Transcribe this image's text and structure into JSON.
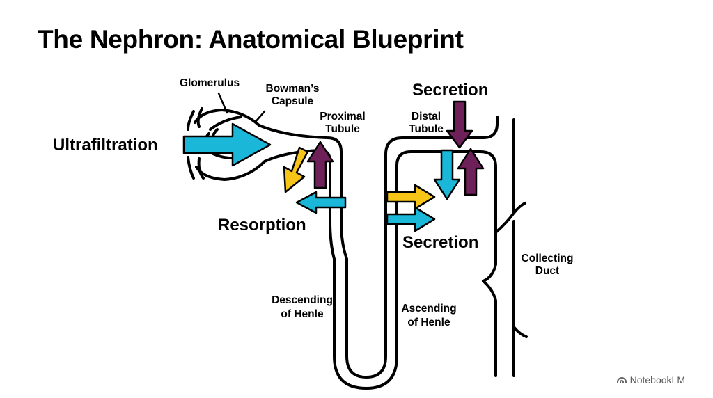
{
  "title": "The Nephron: Anatomical Blueprint",
  "labels": {
    "glomerulus": "Glomerulus",
    "bowmans_1": "Bowman’s",
    "bowmans_2": "Capsule",
    "proximal_1": "Proximal",
    "proximal_2": "Tubule",
    "distal_1": "Distal",
    "distal_2": "Tubule",
    "ultrafiltration": "Ultrafiltration",
    "resorption": "Resorption",
    "secretion_top": "Secretion",
    "secretion_mid": "Secretion",
    "descending_1": "Descending",
    "descending_2": "of Henle",
    "ascending_1": "Ascending",
    "ascending_2": "of Henle",
    "collecting_1": "Collecting",
    "collecting_2": "Duct"
  },
  "colors": {
    "cyan": "#1BB7D9",
    "yellow": "#F6C518",
    "purple": "#6E2158",
    "outline": "#000000"
  },
  "watermark": "NotebookLM"
}
